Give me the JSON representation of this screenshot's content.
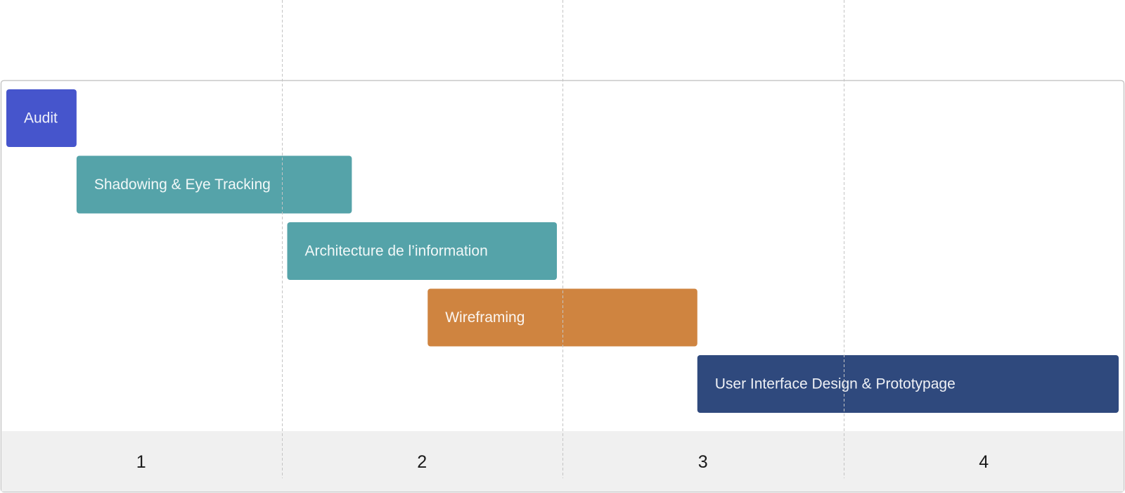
{
  "chart_data": {
    "type": "gantt",
    "x_range": [
      0.5,
      4.5
    ],
    "x_ticks": [
      "1",
      "2",
      "3",
      "4"
    ],
    "grid": "vertical-dashed",
    "tasks": [
      {
        "label": "Audit",
        "start": 0.52,
        "end": 0.77,
        "color": "#4655CC"
      },
      {
        "label": "Shadowing & Eye Tracking",
        "start": 0.77,
        "end": 1.75,
        "color": "#55A3A9"
      },
      {
        "label": "Architecture de l’information",
        "start": 1.52,
        "end": 2.48,
        "color": "#55A3A9"
      },
      {
        "label": "Wireframing",
        "start": 2.02,
        "end": 2.98,
        "color": "#CF8440"
      },
      {
        "label": "User Interface Design & Prototypage",
        "start": 2.98,
        "end": 4.48,
        "color": "#2F497D"
      }
    ]
  },
  "axis_band_color": "#F0F0F0",
  "frame_color": "#C8C8C8",
  "grid_color": "#C4C4C4"
}
